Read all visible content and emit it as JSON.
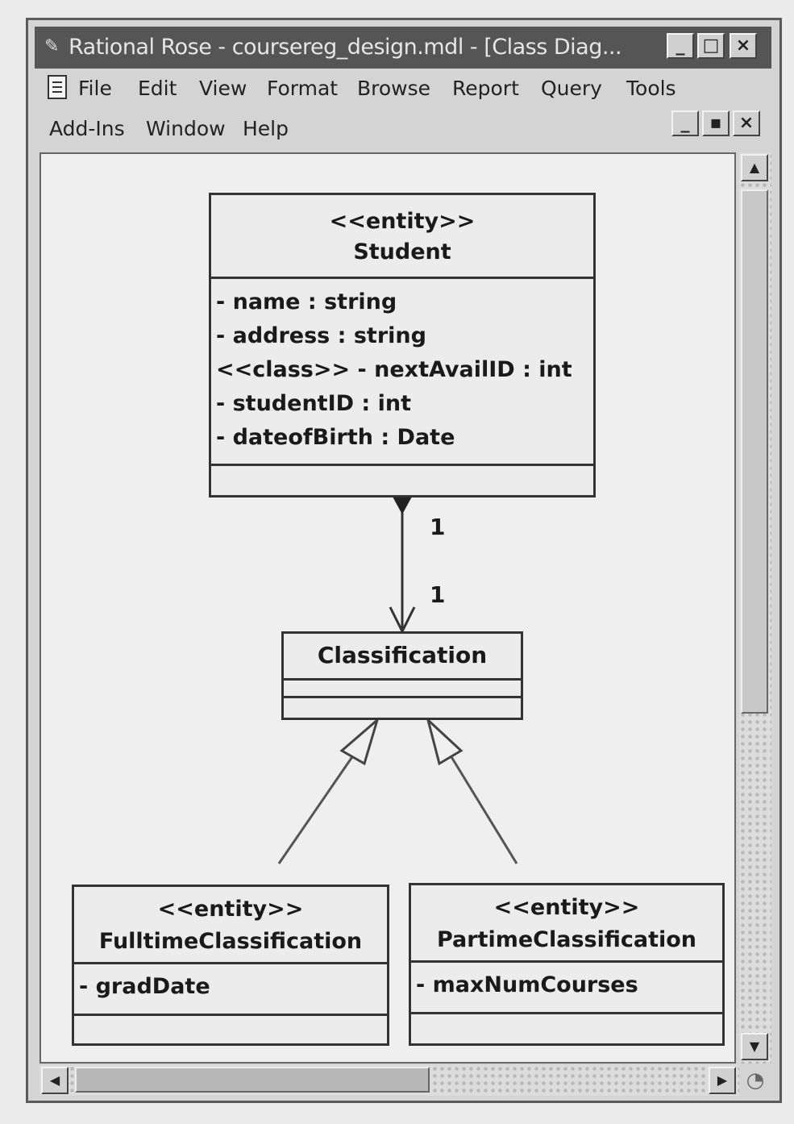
{
  "window": {
    "title": "Rational Rose - coursereg_design.mdl - [Class Diag...",
    "controls": [
      "_",
      "□",
      "×"
    ]
  },
  "menu": {
    "row1": [
      "File",
      "Edit",
      "View",
      "Format",
      "Browse",
      "Report",
      "Query",
      "Tools"
    ],
    "row2": [
      "Add-Ins",
      "Window",
      "Help"
    ],
    "doc_controls": [
      "_",
      "▪",
      "×"
    ]
  },
  "diagram": {
    "student": {
      "stereotype": "<<entity>>",
      "name": "Student",
      "attributes": [
        "- name : string",
        "- address : string",
        "<<class>> - nextAvailID : int",
        "- studentID : int",
        "- dateofBirth : Date"
      ]
    },
    "classification": {
      "name": "Classification"
    },
    "fulltime": {
      "stereotype": "<<entity>>",
      "name": "FulltimeClassification",
      "attributes": [
        "- gradDate"
      ]
    },
    "parttime": {
      "stereotype": "<<entity>>",
      "name": "PartimeClassification",
      "attributes": [
        "- maxNumCourses"
      ]
    },
    "association": {
      "source_multiplicity": "1",
      "target_multiplicity": "1"
    }
  }
}
